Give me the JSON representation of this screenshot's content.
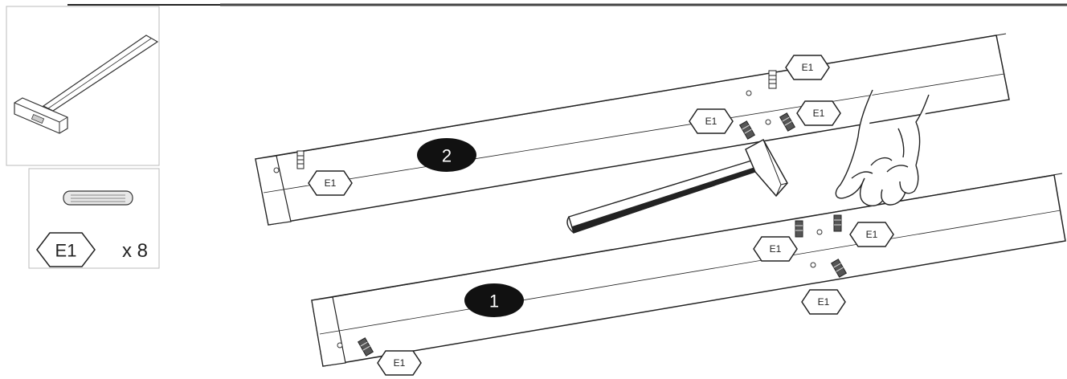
{
  "parts_panel": {
    "tool": "hammer",
    "part_id": "E1",
    "quantity": "x 8"
  },
  "steps": [
    {
      "number": "1"
    },
    {
      "number": "2"
    }
  ],
  "callouts": {
    "board2_left": "E1",
    "board2_top": "E1",
    "board2_mid_left": "E1",
    "board2_mid_right": "E1",
    "board1_top_left": "E1",
    "board1_top_right": "E1",
    "board1_bottom_right": "E1",
    "board1_left": "E1"
  },
  "colors": {
    "line": "#222222",
    "step_badge": "#111111",
    "wood": "#ffffff"
  }
}
